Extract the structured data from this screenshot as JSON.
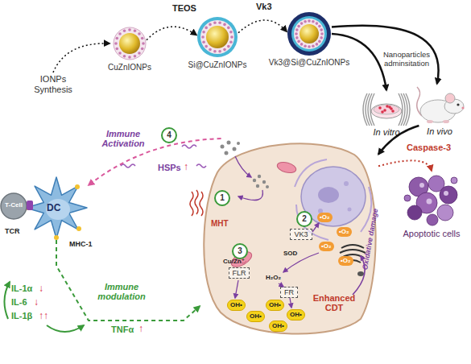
{
  "diagram": {
    "nodes": [
      {
        "text": [
          "CuZnIONPs"
        ]
      },
      {
        "text": [
          "Si@CuZnIONPs"
        ]
      },
      {
        "text": [
          "Vk3@Si@CuZnIONPs"
        ]
      },
      {
        "text": [
          "In vitro"
        ]
      },
      {
        "text": [
          "In vivo"
        ]
      },
      {
        "text": [
          "Enhanced CDT"
        ]
      },
      {
        "text": [
          "VK3"
        ],
        "in": 5
      },
      {
        "text": [
          "FLR"
        ],
        "in": 5
      },
      {
        "text": [
          "FR"
        ],
        "in": 5
      },
      {
        "text": [
          "Apoptotic cells"
        ]
      },
      {
        "text": [
          "DC"
        ]
      },
      {
        "text": [
          "T-Cell"
        ]
      }
    ],
    "edges": [
      {
        "from": 0,
        "to": 1,
        "arrow": "to",
        "label": "TEOS"
      },
      {
        "from": 1,
        "to": 2,
        "arrow": "to",
        "label": "Vk3"
      },
      {
        "from": 2,
        "to": 3,
        "arrow": "to"
      },
      {
        "from": 2,
        "to": 4,
        "arrow": "to",
        "label": "Nanoparticles adminsitation"
      },
      {
        "from": 4,
        "to": 5,
        "arrow": "to"
      },
      {
        "from": 5,
        "to": 9,
        "arrow": "to",
        "label": "Caspase-3"
      },
      {
        "from": 5,
        "to": 10,
        "arrow": "to"
      },
      {
        "from": 10,
        "to": 5,
        "arrow": "to",
        "label": "Immune modulation"
      }
    ],
    "labels": [
      "IONPs Synthesis",
      "4",
      "Immune Activation",
      "HSPs",
      "↑",
      "TCR",
      "MHC-1",
      "1",
      "2",
      "3",
      "MHT",
      "SOD",
      "Cu/Zn⁺",
      "H₂O₂",
      "•O₂",
      "•O₂",
      "•O₂",
      "•O₂",
      "OH•",
      "OH•",
      "OH•",
      "OH•",
      "OH•",
      "Oxidative damage",
      "IL-1α",
      "↓",
      "IL-6",
      "↓",
      "IL-1β",
      "↑↑",
      "TNFα",
      "↑"
    ]
  }
}
